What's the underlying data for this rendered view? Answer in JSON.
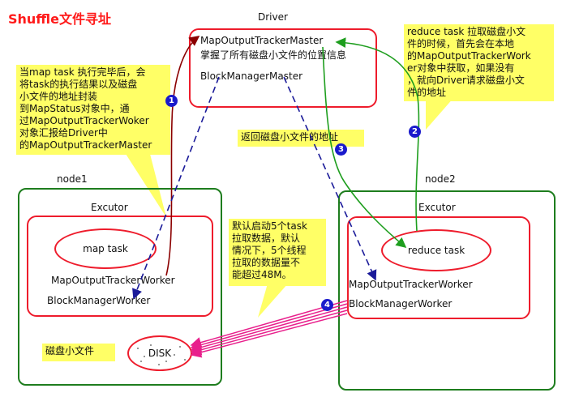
{
  "title": "Shuffle文件寻址",
  "driver": {
    "label": "Driver",
    "tracker_master": "MapOutputTrackerMaster",
    "tracker_master_desc": "掌握了所有磁盘小文件的位置信息",
    "block_master": "BlockManagerMaster"
  },
  "node1": {
    "label": "node1",
    "executor": "Excutor",
    "map_task": "map task",
    "tracker_worker": "MapOutputTrackerWorker",
    "block_worker": "BlockManagerWorker",
    "disk": "DISK",
    "disk_note": "磁盘小文件"
  },
  "node2": {
    "label": "node2",
    "executor": "Excutor",
    "reduce_task": "reduce task",
    "tracker_worker": "MapOutputTrackerWorker",
    "block_worker": "BlockManagerWorker"
  },
  "notes": {
    "left": [
      "当map task 执行完毕后，会",
      "将task的执行结果以及磁盘",
      "小文件的地址封装",
      "到MapStatus对象中，通",
      "过MapOutputTrackerWoker",
      "对象汇报给Driver中",
      "的MapOutputTrackerMaster"
    ],
    "right": [
      "reduce task 拉取磁盘小文",
      "件的时候，首先会在本地",
      "的MapOutputTrackerWork",
      "er对象中获取，如果没有",
      "，就向Driver请求磁盘小文",
      "件的地址"
    ],
    "middle": "返回磁盘小文件的地址",
    "bottom": [
      "默认启动5个task",
      "拉取数据，默认",
      "情况下，5个线程",
      "拉取的数据量不",
      "能超过48M。"
    ]
  },
  "steps": [
    "1",
    "2",
    "3",
    "4"
  ],
  "colors": {
    "red": "#ee1c2c",
    "green_node": "#1e7d1e",
    "note_yellow": "#ffff66",
    "arrow_darkred": "#8b0000",
    "arrow_green": "#1e9e1e",
    "arrow_blue": "#1a1a99",
    "arrow_pink": "#e8208c"
  }
}
